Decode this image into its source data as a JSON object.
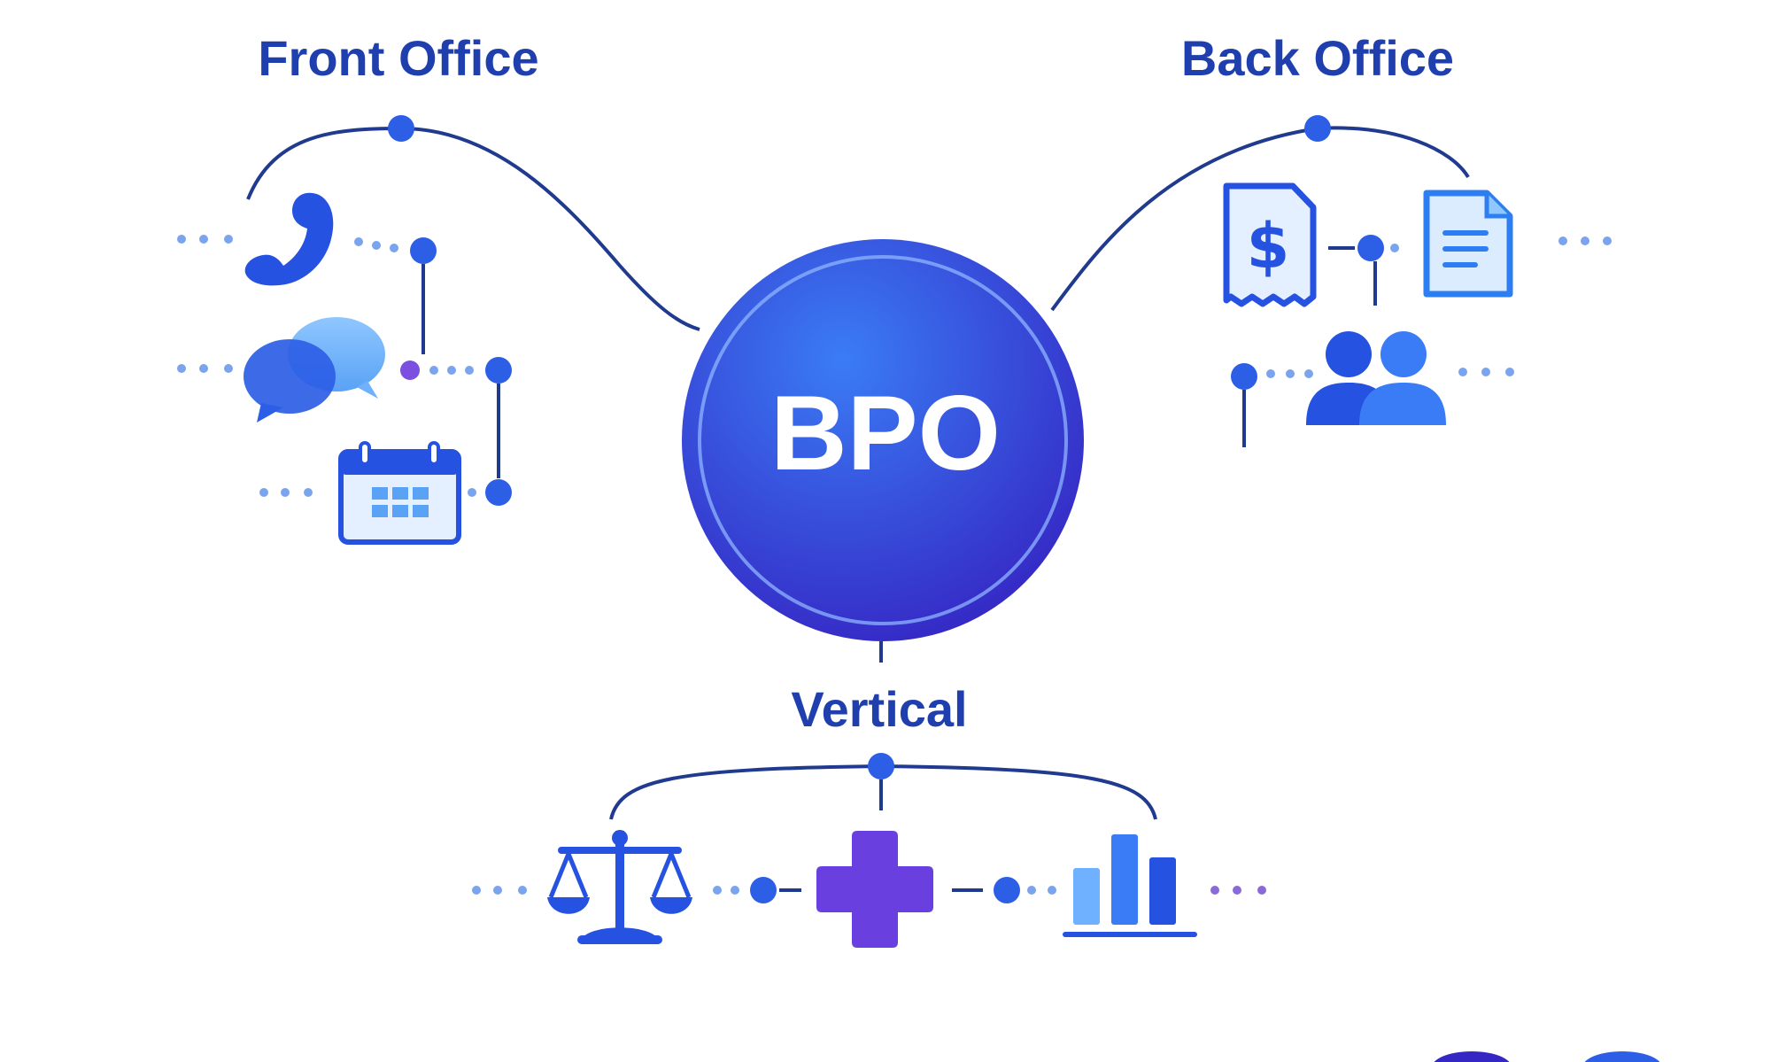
{
  "colors": {
    "line": "#1f3a8f",
    "title_text": "#1f3fae",
    "node_blue": "#2d5ee6",
    "node_purple": "#7b4fe0",
    "dot_light": "#7aa4ee",
    "dot_purple": "#8a6ad8",
    "center_fill_top": "#2f6bf0",
    "center_fill_bottom": "#3a2fc8",
    "icon_dark": "#2552e0",
    "icon_light": "#6fb0ff",
    "icon_pale": "#d9ebff",
    "cross": "#6a3fe0"
  },
  "center": {
    "label": "BPO"
  },
  "branches": {
    "front_office": {
      "title": "Front Office",
      "items": [
        {
          "icon": "phone-icon"
        },
        {
          "icon": "chat-bubbles-icon"
        },
        {
          "icon": "calendar-icon"
        }
      ]
    },
    "back_office": {
      "title": "Back Office",
      "items": [
        {
          "icon": "invoice-dollar-icon"
        },
        {
          "icon": "document-icon"
        },
        {
          "icon": "people-icon"
        }
      ]
    },
    "vertical": {
      "title": "Vertical",
      "items": [
        {
          "icon": "legal-scale-icon"
        },
        {
          "icon": "medical-cross-icon"
        },
        {
          "icon": "bar-chart-icon"
        }
      ]
    }
  }
}
